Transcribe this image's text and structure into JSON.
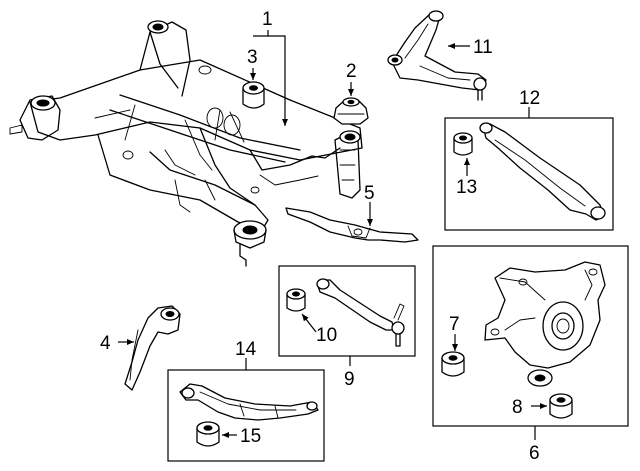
{
  "diagram": {
    "callouts": {
      "c1": "1",
      "c2": "2",
      "c3": "3",
      "c4": "4",
      "c5": "5",
      "c6": "6",
      "c7": "7",
      "c8": "8",
      "c9": "9",
      "c10": "10",
      "c11": "11",
      "c12": "12",
      "c13": "13",
      "c14": "14",
      "c15": "15"
    },
    "colors": {
      "line": "#000000",
      "background": "#ffffff"
    }
  }
}
